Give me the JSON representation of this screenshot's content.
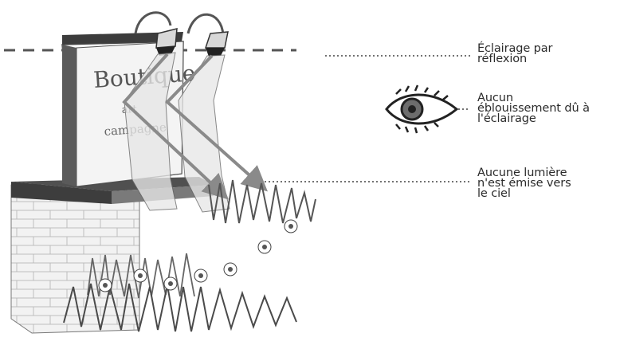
{
  "diagram": {
    "labels": {
      "reflection": [
        "Éclairage par",
        "réflexion"
      ],
      "no_glare": [
        "Aucun",
        "éblouissement dû à",
        "l'éclairage"
      ],
      "no_sky_light": [
        "Aucune lumière",
        "n'est émise vers",
        "le ciel"
      ]
    },
    "sign_text": [
      "Boutique",
      "art",
      "campagne"
    ],
    "icons": [
      "eye-icon",
      "flower-icon"
    ],
    "colors": {
      "line": "#555555",
      "arrow": "#8a8a8a",
      "beam": "#d9d9d9",
      "dark": "#2f2f2f",
      "text": "#2b2b2b"
    }
  }
}
